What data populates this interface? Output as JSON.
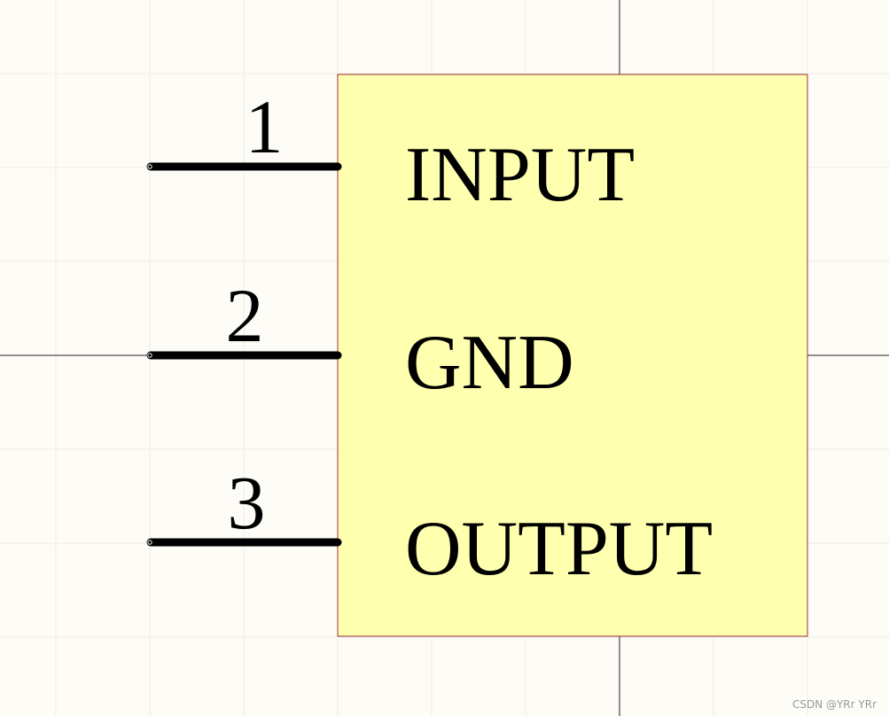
{
  "schematic": {
    "component": {
      "pins": [
        {
          "number": "1",
          "name": "INPUT"
        },
        {
          "number": "2",
          "name": "GND"
        },
        {
          "number": "3",
          "name": "OUTPUT"
        }
      ]
    },
    "colors": {
      "background": "#fdfcf7",
      "grid": "#eeede6",
      "body_fill": "#ffffb0",
      "body_border": "#a0302e",
      "pin_line": "#000000",
      "text": "#000000",
      "crosshair": "#222222"
    }
  },
  "watermark": "CSDN @YRr YRr"
}
